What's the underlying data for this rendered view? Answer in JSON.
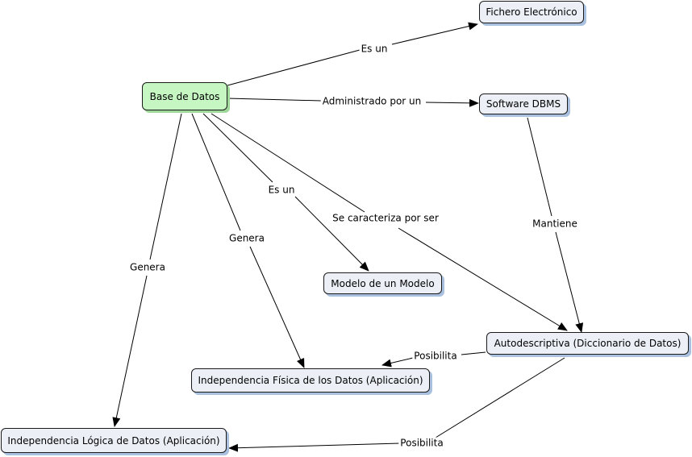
{
  "nodes": {
    "base_de_datos": "Base de Datos",
    "fichero_electronico": "Fichero Electrónico",
    "software_dbms": "Software DBMS",
    "modelo_de_un_modelo": "Modelo de un Modelo",
    "autodescriptiva": "Autodescriptiva (Diccionario de Datos)",
    "independencia_fisica": "Independencia Física de los Datos (Aplicación)",
    "independencia_logica": "Independencia Lógica de Datos (Aplicación)"
  },
  "links": {
    "es_un_fichero": "Es un",
    "administrado_por_un": "Administrado por un",
    "es_un_modelo": "Es un",
    "se_caracteriza_por_ser": "Se caracteriza por ser",
    "genera_fisica": "Genera",
    "genera_logica": "Genera",
    "mantiene": "Mantiene",
    "posibilita_fisica": "Posibilita",
    "posibilita_logica": "Posibilita"
  },
  "colors": {
    "root_node_fill": "#c6f7c3",
    "node_fill": "#ecf0f6",
    "node_shadow": "#a9c0de",
    "line": "#000000"
  }
}
